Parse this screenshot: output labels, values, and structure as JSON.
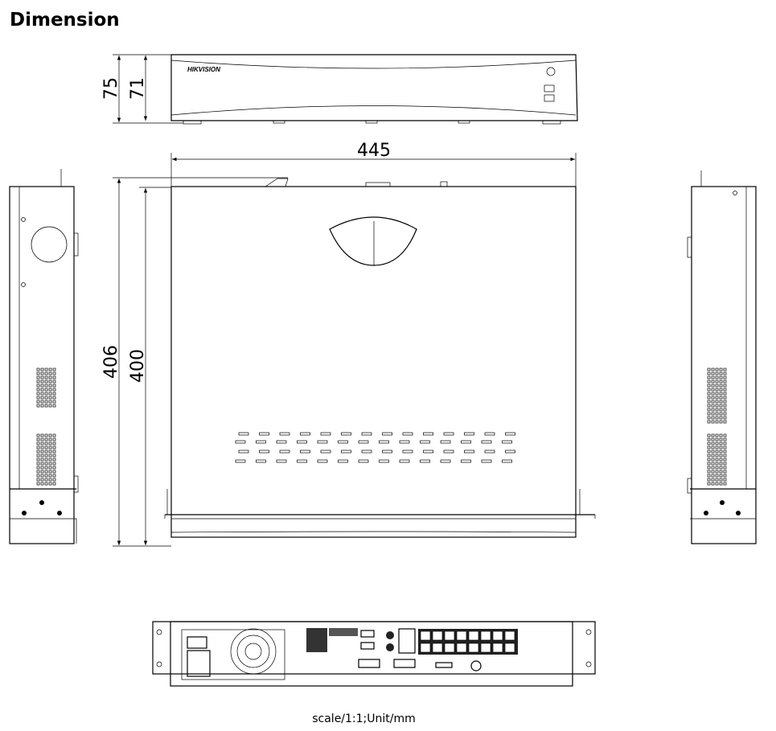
{
  "title": "Dimension",
  "brand_logo": "HIKVISION",
  "dimensions": {
    "height_total": "75",
    "height_body": "71",
    "width": "445",
    "depth_total": "406",
    "depth_body": "400"
  },
  "caption": "scale/1:1;Unit/mm"
}
